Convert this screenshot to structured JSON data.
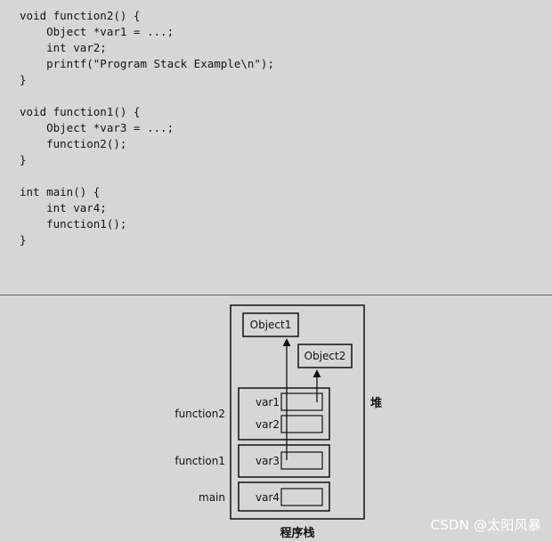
{
  "code_lines": [
    "void function2() {",
    "    Object *var1 = ...;",
    "    int var2;",
    "    printf(\"Program Stack Example\\n\");",
    "}",
    "",
    "void function1() {",
    "    Object *var3 = ...;",
    "    function2();",
    "}",
    "",
    "int main() {",
    "    int var4;",
    "    function1();",
    "}"
  ],
  "diagram": {
    "heap_label": "堆",
    "stack_label": "程序栈",
    "objects": [
      "Object1",
      "Object2"
    ],
    "frames": [
      {
        "name": "function2",
        "vars": [
          "var1",
          "var2"
        ]
      },
      {
        "name": "function1",
        "vars": [
          "var3"
        ]
      },
      {
        "name": "main",
        "vars": [
          "var4"
        ]
      }
    ]
  },
  "watermark": "CSDN @太阳风暴"
}
